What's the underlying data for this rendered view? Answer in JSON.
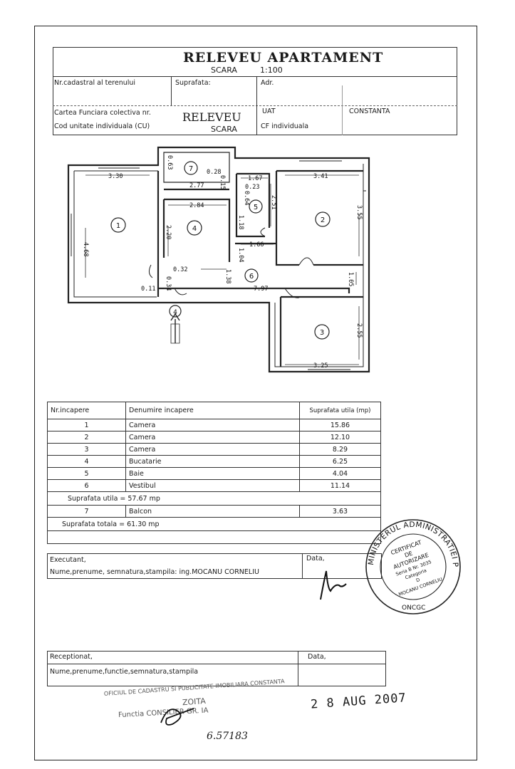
{
  "header": {
    "title": "RELEVEU APARTAMENT",
    "scale_label": "SCARA",
    "scale_value": "1:100",
    "cadastral_label": "Nr.cadastral al terenului",
    "surface_label": "Suprafata:",
    "address_label": "Adr.",
    "land_book_label": "Cartea Funciara colectiva nr.",
    "uat_label": "UAT",
    "uat_value": "CONSTANTA",
    "unit_code_label": "Cod unitate individuala (CU)",
    "cf_label": "CF individuala",
    "overlay_title": "RELEVEU",
    "overlay_scale": "SCARA"
  },
  "plan": {
    "room_numbers": [
      "1",
      "2",
      "3",
      "4",
      "5",
      "6",
      "7"
    ],
    "dimensions": {
      "r1_w": "3.30",
      "r1_h": "4.68",
      "r7_top": "0.63",
      "r7_side": "0.28",
      "r7_w": "2.77",
      "r4_w": "2.84",
      "r4_h": "2.20",
      "r4_low": "1.38",
      "r4_a": "0.32",
      "r4_b": "0.34",
      "r5_w": "1.67",
      "r5_h": "1.18",
      "r5_a": "0.64",
      "r5_b": "0.23",
      "r5_low": "1.66",
      "r2_w": "3.41",
      "r2_h": "3.55",
      "r2_side": "2.51",
      "r6_w": "7.97",
      "r6_side": "1.05",
      "r6_small": "1.04",
      "r3_w": "3.25",
      "r3_h": "2.55",
      "small_a": "0.11",
      "small_b": "0.15"
    },
    "entrance_marker": "4"
  },
  "rooms_table": {
    "col_nr": "Nr.incapere",
    "col_name": "Denumire incapere",
    "col_surface": "Suprafata utila (mp)",
    "rows": [
      {
        "nr": "1",
        "name": "Camera",
        "area": "15.86"
      },
      {
        "nr": "2",
        "name": "Camera",
        "area": "12.10"
      },
      {
        "nr": "3",
        "name": "Camera",
        "area": "8.29"
      },
      {
        "nr": "4",
        "name": "Bucatarie",
        "area": "6.25"
      },
      {
        "nr": "5",
        "name": "Baie",
        "area": "4.04"
      },
      {
        "nr": "6",
        "name": "Vestibul",
        "area": "11.14"
      }
    ],
    "usable_total": "Suprafata utila   =  57.67 mp",
    "balcony": {
      "nr": "7",
      "name": "Balcon",
      "area": "3.63"
    },
    "grand_total": "Suprafata totala = 61.30 mp"
  },
  "executant": {
    "label": "Executant,",
    "date_label": "Data,",
    "name_line": "Nume,prenume, semnatura,stampila: ing.MOCANU CORNELIU"
  },
  "seal": {
    "outer_top": "MINISTERUL ADMINISTRATIEI PUBLICE",
    "outer_bottom": "ONCGC",
    "lines": [
      "CERTIFICAT",
      "DE",
      "AUTORIZARE",
      "Seria B  Nr. 3035",
      "Categoria",
      "D",
      "MOCANU CORNELIU"
    ]
  },
  "receptionat": {
    "label": "Receptionat,",
    "date_label": "Data,",
    "name_line": "Nume,prenume,functie,semnatura,stampila"
  },
  "bottom": {
    "stamp_line1": "OFICIUL DE CADASTRU SI PUBLICITATE IMOBILIARA CONSTANTA",
    "stamp_line2": "ZOITA",
    "stamp_line3": "Functia CONSILIER GR. IA",
    "handwritten_date": "2 8 AUG 2007",
    "handwritten_number": "6.57183"
  },
  "colors": {
    "ink": "#1a1a1a",
    "grid": "#333333",
    "stamp": "#555555"
  }
}
